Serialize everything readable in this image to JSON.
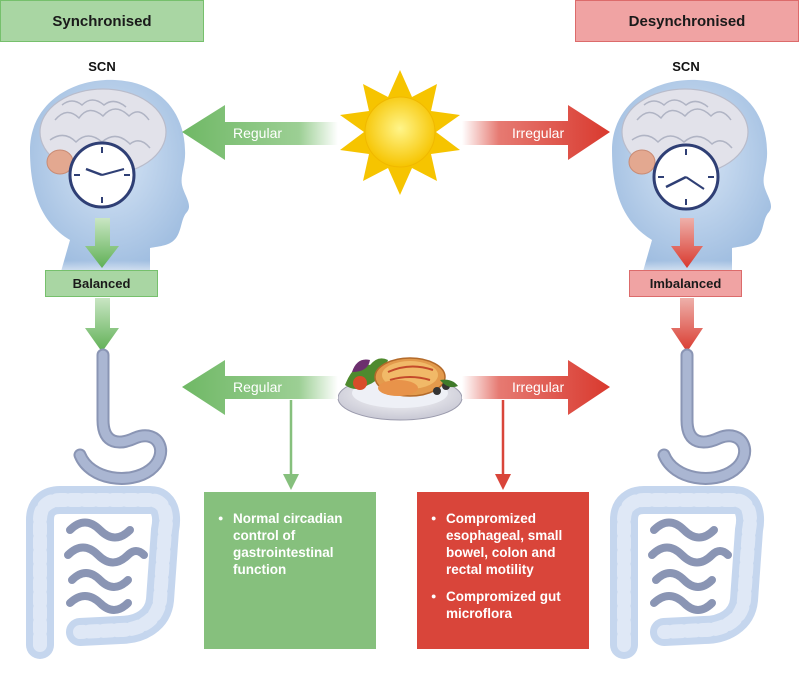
{
  "headers": {
    "left": "Synchronised",
    "right": "Desynchronised"
  },
  "scn": {
    "left": "SCN",
    "right": "SCN"
  },
  "states": {
    "left": "Balanced",
    "right": "Imbalanced"
  },
  "light": {
    "left_arrow": "Regular",
    "right_arrow": "Irregular"
  },
  "food": {
    "left_arrow": "Regular",
    "right_arrow": "Irregular"
  },
  "outcomes": {
    "left": [
      "Normal circadian control of gastrointestinal function"
    ],
    "right": [
      "Compromized esophageal, small bowel, colon and rectal motility",
      "Compromized gut microflora"
    ]
  },
  "colors": {
    "green": "#86c07d",
    "red": "#d9453a",
    "sun": "#f7c600",
    "gut": "#c5d6ee"
  },
  "icons": [
    "head-silhouette",
    "brain",
    "clock",
    "sun",
    "meal-plate",
    "esophagus-stomach",
    "intestines"
  ]
}
